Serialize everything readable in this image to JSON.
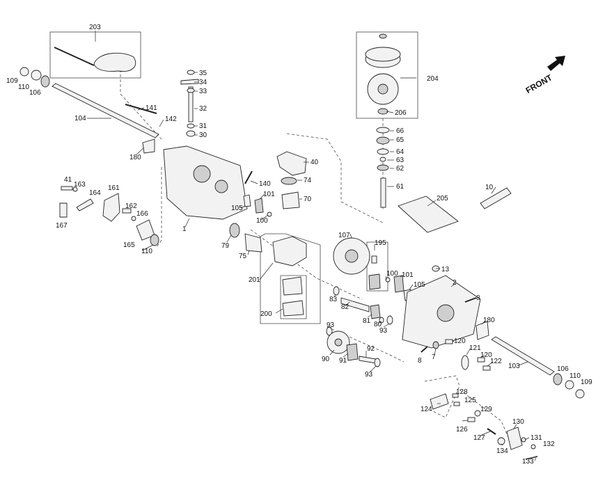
{
  "front_label": "FRONT",
  "callouts": [
    "203",
    "204",
    "35",
    "34",
    "33",
    "32",
    "31",
    "30",
    "141",
    "142",
    "104",
    "109",
    "110",
    "106",
    "180",
    "206",
    "66",
    "65",
    "64",
    "63",
    "62",
    "61",
    "40",
    "74",
    "70",
    "140",
    "101",
    "105",
    "100",
    "1",
    "41",
    "163",
    "164",
    "161",
    "162",
    "166",
    "167",
    "165",
    "110",
    "79",
    "75",
    "107",
    "195",
    "205",
    "10",
    "13",
    "2",
    "8",
    "201",
    "200",
    "83",
    "82",
    "100",
    "101",
    "105",
    "81",
    "80",
    "93",
    "93",
    "90",
    "91",
    "92",
    "93",
    "180",
    "120",
    "121",
    "120",
    "122",
    "103",
    "106",
    "110",
    "109",
    "8",
    "7",
    "128",
    "125",
    "124",
    "129",
    "126",
    "127",
    "130",
    "131",
    "132",
    "134",
    "133"
  ]
}
